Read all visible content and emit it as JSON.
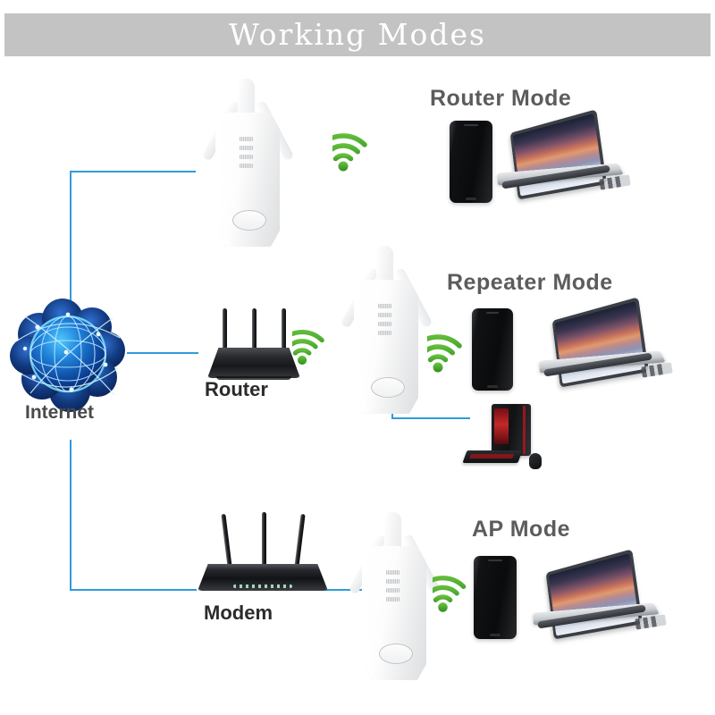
{
  "header": {
    "title": "Working Modes",
    "banner_color": "#c3c3c3",
    "title_color": "#ffffff"
  },
  "colors": {
    "connector_line": "#2f9bdc",
    "wifi_signal": "#3f9e2f",
    "mode_label": "#5c5c5c",
    "device_label": "#2b2b2b",
    "globe_blue": "#1a56b0"
  },
  "network": {
    "internet_label": "Internet",
    "router_label": "Router",
    "modem_label": "Modem"
  },
  "modes": [
    {
      "id": "router-mode",
      "label": "Router Mode",
      "clients": [
        "smartphone",
        "laptop"
      ],
      "source": "internet"
    },
    {
      "id": "repeater-mode",
      "label": "Repeater Mode",
      "clients": [
        "smartphone",
        "laptop",
        "desktop-pc"
      ],
      "source": "router"
    },
    {
      "id": "ap-mode",
      "label": "AP Mode",
      "clients": [
        "smartphone",
        "laptop"
      ],
      "source": "modem"
    }
  ],
  "icons": {
    "wifi": "wifi-signal-icon",
    "globe": "internet-globe-icon",
    "extender": "wifi-extender-icon",
    "router": "router-icon",
    "modem": "modem-icon",
    "phone": "smartphone-icon",
    "laptop": "laptop-icon",
    "desktop": "desktop-pc-icon"
  }
}
